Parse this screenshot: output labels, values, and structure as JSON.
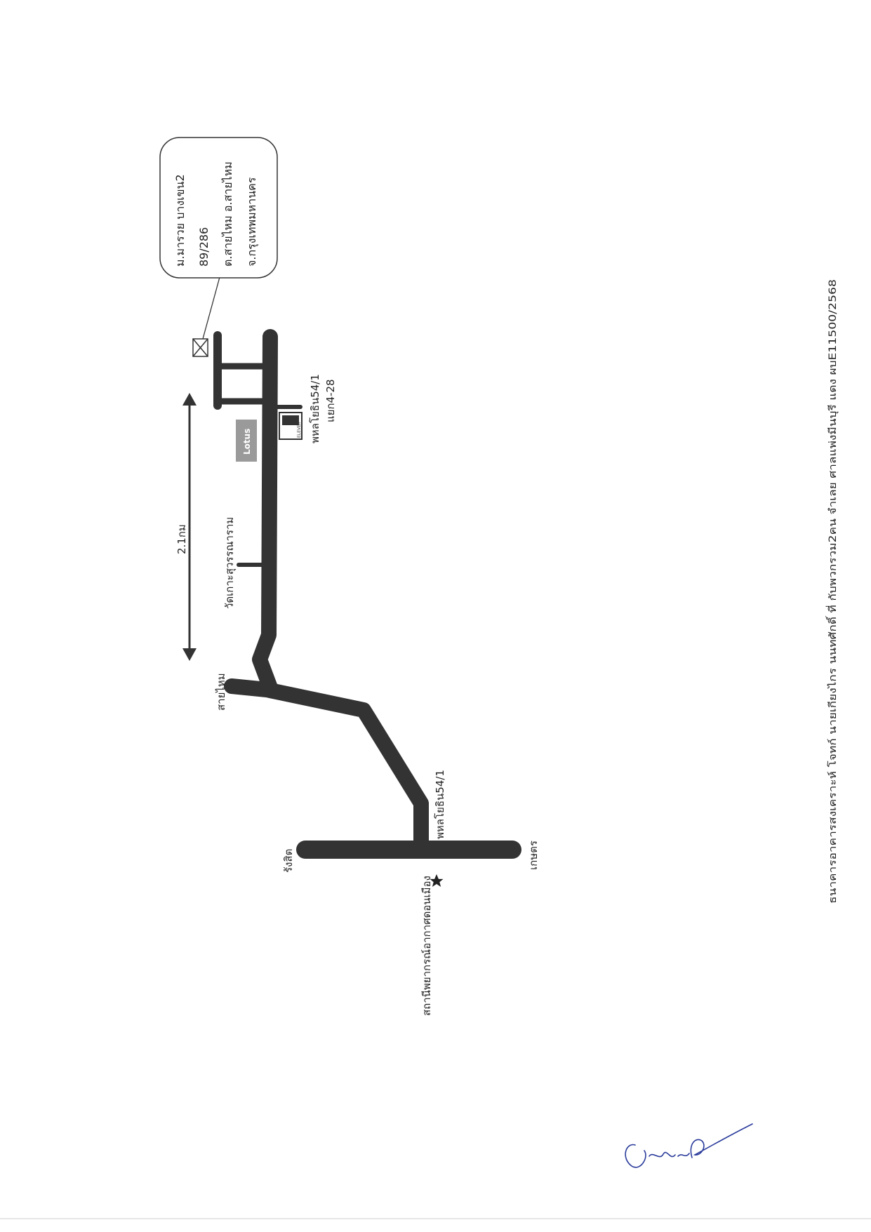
{
  "map": {
    "address_box": {
      "lines": [
        "ม.มารวย บางเขน2",
        "89/286",
        "ต.สายไหม  อ.สายไหม",
        "จ.กรุงเทพมหานคร"
      ]
    },
    "labels": {
      "rangsit": "รังสิต",
      "kaset": "เกษตร",
      "phahon_main": "พหลโยธิน54/1",
      "sai_mai": "สายไหม",
      "wat": "วัดเกาะสุวรรณาราม",
      "distance": "2.1กม",
      "phahon_soi": "พหลโยธิน54/1",
      "soi_branch": "แยก4-28",
      "lotus": "Lotus",
      "seven_eleven": "7",
      "seven_eleven_sub": "ELEVEn",
      "weather_station": "สถานีพยากรณ์อากาศดอนเมือง"
    },
    "footer_note": "ธนาคารอาคารสงเคราะห์ โจทก์ นายเกียงไกร นนทศักดิ์ ที่ กับพวกรวม2คน จำเลย ศาลแพ่งมีนบุรี แดง ผบE11500/2568",
    "icons": [
      "star-icon",
      "house-marker-icon",
      "double-arrow-icon",
      "signature"
    ],
    "colors": {
      "road": "#333333",
      "lotus_bg": "#9a9a9a",
      "ink": "#222222",
      "signature": "#2b3c9b"
    }
  }
}
